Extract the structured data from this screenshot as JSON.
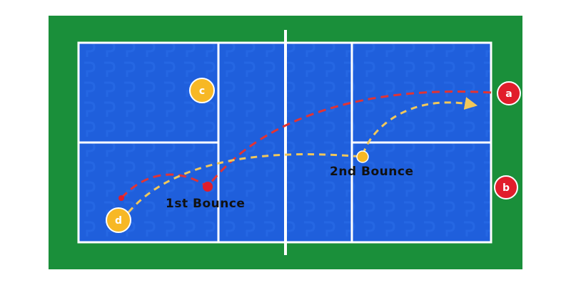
{
  "colors": {
    "background": "#ffffff",
    "outer_area": "#1a8f3a",
    "court": "#1f5fdc",
    "court_pattern": "#2a6ee8",
    "lines": "#ffffff",
    "red_player": "#e11d2b",
    "yellow_player": "#f7b825",
    "red_path": "#e23333",
    "yellow_path": "#f1c75b",
    "label_text": "#111111"
  },
  "players": {
    "a": "a",
    "b": "b",
    "c": "c",
    "d": "d"
  },
  "bounces": {
    "first": "1st Bounce",
    "second": "2nd Bounce"
  }
}
